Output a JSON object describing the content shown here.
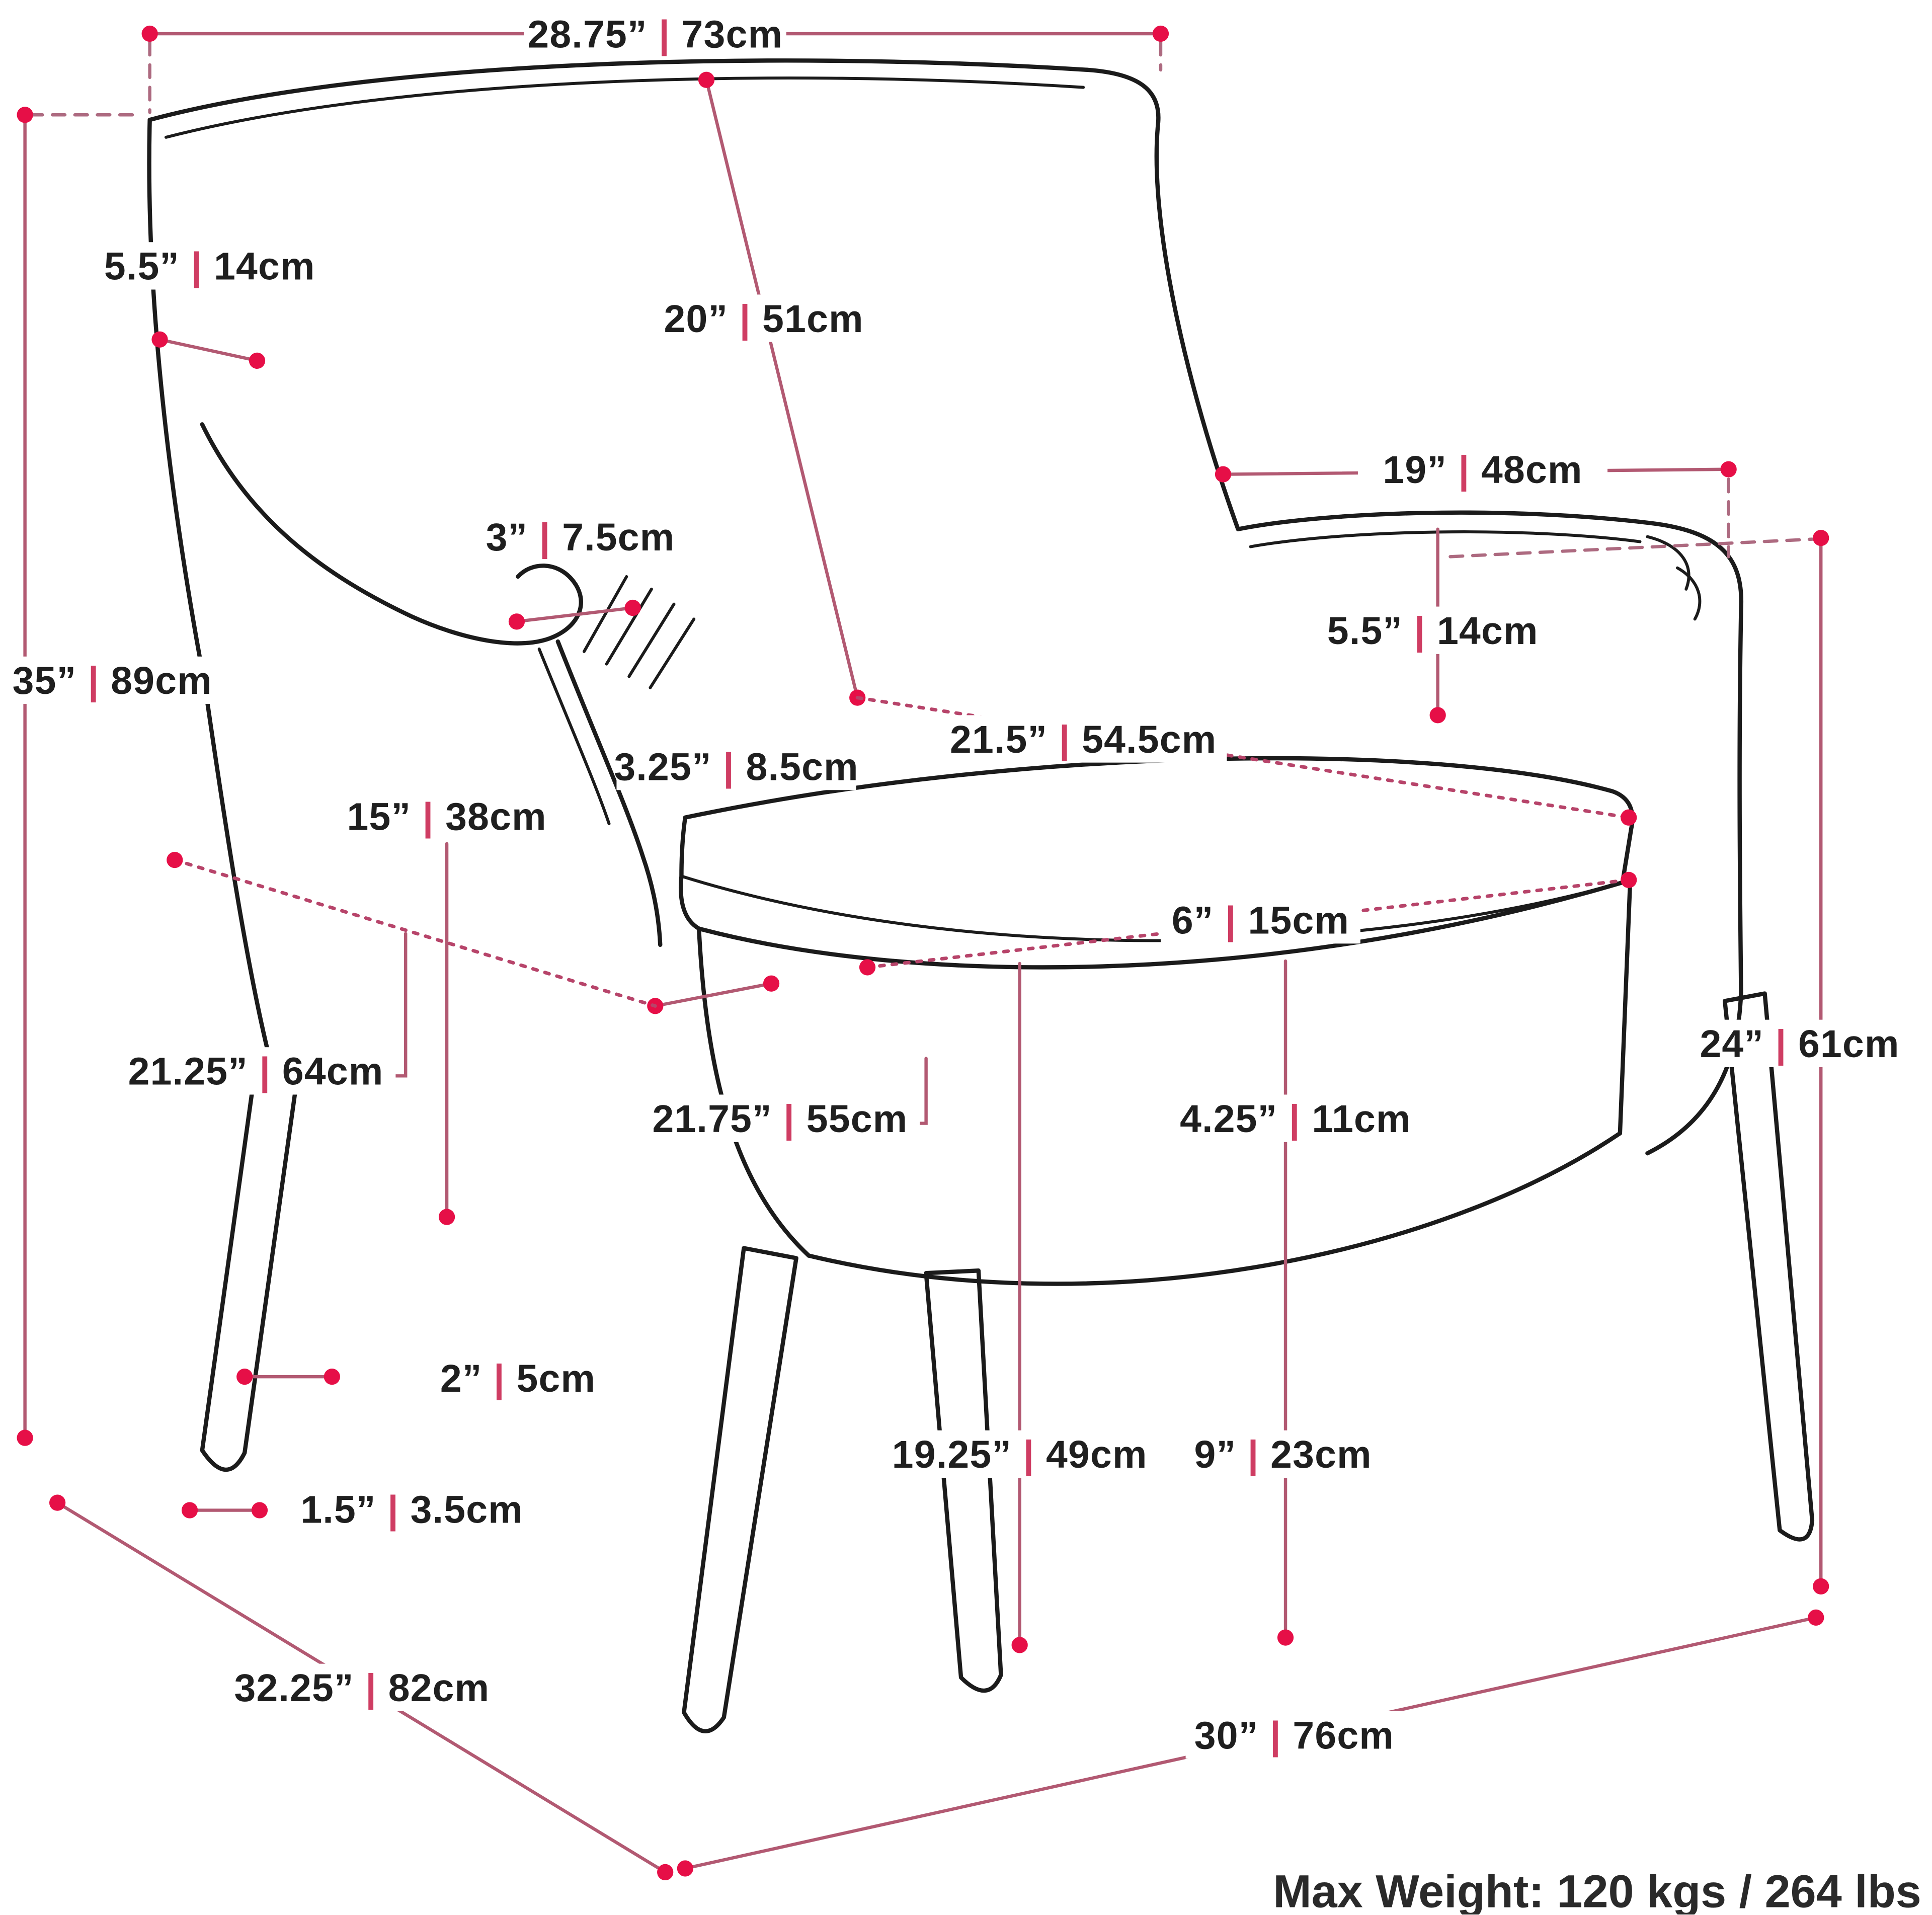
{
  "title": "Accent chair dimension diagram",
  "separator": " | ",
  "colors": {
    "dot": "#e60f47",
    "dimension_line": "#b25972",
    "separator": "#cf3d63",
    "line_art": "#1b1b1b",
    "text": "#1f1f1f"
  },
  "dimensions": {
    "d28_75": {
      "in": "28.75”",
      "cm": "73cm"
    },
    "d5_5_back": {
      "in": "5.5”",
      "cm": "14cm"
    },
    "d20": {
      "in": "20”",
      "cm": "51cm"
    },
    "d19": {
      "in": "19”",
      "cm": "48cm"
    },
    "d3": {
      "in": "3”",
      "cm": "7.5cm"
    },
    "d35": {
      "in": "35”",
      "cm": "89cm"
    },
    "d5_5_arm": {
      "in": "5.5”",
      "cm": "14cm"
    },
    "d3_25": {
      "in": "3.25”",
      "cm": "8.5cm"
    },
    "d21_5": {
      "in": "21.5”",
      "cm": "54.5cm"
    },
    "d15": {
      "in": "15”",
      "cm": "38cm"
    },
    "d21_25": {
      "in": "21.25”",
      "cm": "64cm"
    },
    "d6": {
      "in": "6”",
      "cm": "15cm"
    },
    "d24": {
      "in": "24”",
      "cm": "61cm"
    },
    "d21_75": {
      "in": "21.75”",
      "cm": "55cm"
    },
    "d4_25": {
      "in": "4.25”",
      "cm": "11cm"
    },
    "d2": {
      "in": "2”",
      "cm": "5cm"
    },
    "d19_25": {
      "in": "19.25”",
      "cm": "49cm"
    },
    "d9": {
      "in": "9”",
      "cm": "23cm"
    },
    "d1_5": {
      "in": "1.5”",
      "cm": "3.5cm"
    },
    "d32_25": {
      "in": "32.25”",
      "cm": "82cm"
    },
    "d30": {
      "in": "30”",
      "cm": "76cm"
    }
  },
  "footer": {
    "max_weight": "Max Weight: 120 kgs / 264 lbs"
  }
}
